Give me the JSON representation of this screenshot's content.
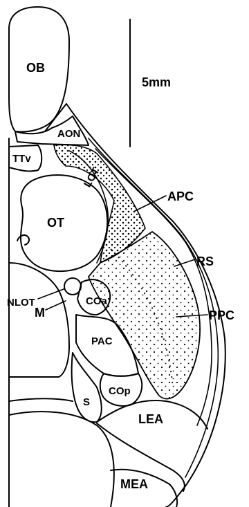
{
  "labels": {
    "ob": "OB",
    "aon": "AON",
    "ttv": "TTv",
    "lot": "LOT",
    "ot": "OT",
    "apc": "APC",
    "rs": "RS",
    "nlot": "NLOT",
    "coa": "COa",
    "ppc": "PPC",
    "m": "M",
    "pac": "PAC",
    "cop": "COp",
    "s": "S",
    "lea": "LEA",
    "mea": "MEA",
    "scale": "5mm"
  },
  "colors": {
    "ink": "#000000",
    "paper": "#ffffff"
  }
}
